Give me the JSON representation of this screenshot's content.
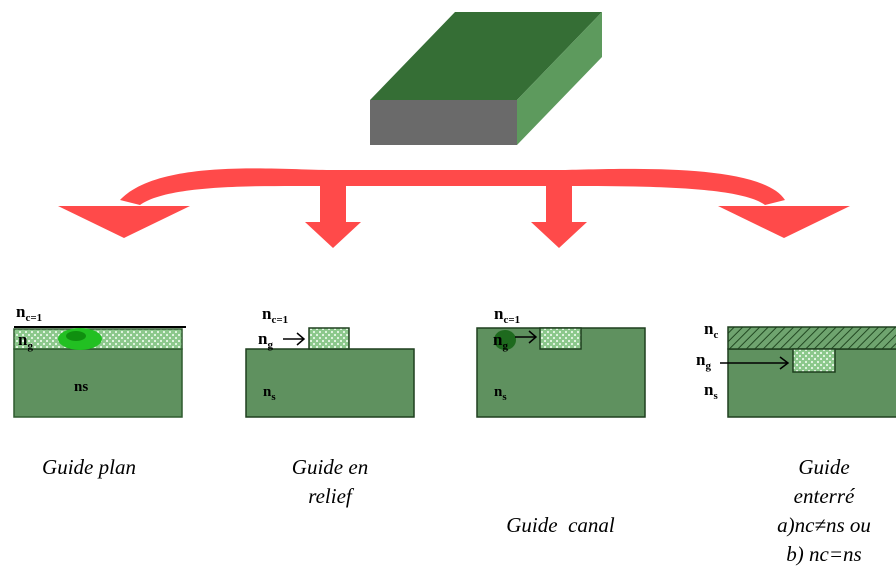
{
  "colors": {
    "substrate": "#5f915f",
    "guide": "#8cc88c",
    "slab_top": "#356e35",
    "slab_front": "#6a6a6a",
    "slab_side": "#5d9a5d",
    "arrow": "#ff4a4a"
  },
  "guides": [
    {
      "caption": [
        "Guide plan"
      ],
      "labels": {
        "nc": {
          "base": "n",
          "sub": "c=1"
        },
        "ng": {
          "base": "n",
          "sub": "g"
        },
        "ns": {
          "base": "ns",
          "sub": ""
        }
      }
    },
    {
      "caption": [
        "Guide en",
        "relief"
      ],
      "labels": {
        "nc": {
          "base": "n",
          "sub": "c=1"
        },
        "ng": {
          "base": "n",
          "sub": "g"
        },
        "ns": {
          "base": "n",
          "sub": "s"
        }
      }
    },
    {
      "caption": [
        "Guide  canal"
      ],
      "labels": {
        "nc": {
          "base": "n",
          "sub": "c=1"
        },
        "ng": {
          "base": "n",
          "sub": "g"
        },
        "ns": {
          "base": "n",
          "sub": "s"
        }
      }
    },
    {
      "caption": [
        "Guide",
        "enterré",
        "a)nc≠ns ou",
        "b) nc=ns"
      ],
      "labels": {
        "nc": {
          "base": "n",
          "sub": "c"
        },
        "ng": {
          "base": "n",
          "sub": "g"
        },
        "ns": {
          "base": "n",
          "sub": "s"
        }
      }
    }
  ]
}
